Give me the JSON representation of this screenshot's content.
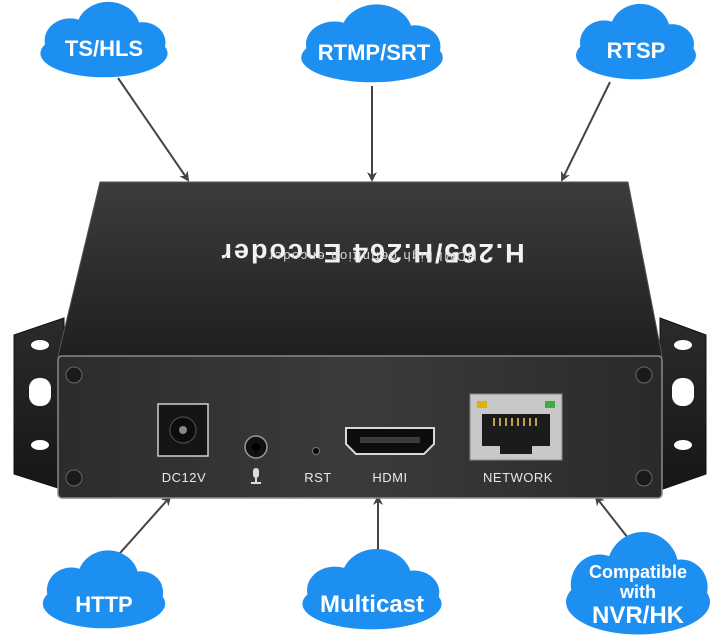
{
  "clouds": {
    "ts_hls": "TS/HLS",
    "rtmp_srt": "RTMP/SRT",
    "rtsp": "RTSP",
    "http": "HTTP",
    "multicast": "Multicast",
    "compatible_line1": "Compatible",
    "compatible_line2": "with",
    "compatible_line3": "NVR/HK"
  },
  "device": {
    "title": "H.265/H.264 Encoder",
    "subtitle": "HDMI high definition encoder"
  },
  "ports": {
    "dc": "DC12V",
    "rst": "RST",
    "hdmi": "HDMI",
    "network": "NETWORK"
  },
  "colors": {
    "cloud": "#1d8ff0",
    "arrow": "#444444",
    "device_body": "#2a2a2a",
    "device_panel": "#3a3a3a"
  },
  "icons": {
    "microphone": "microphone-icon",
    "ethernet": "ethernet-port-icon",
    "hdmi": "hdmi-port-icon",
    "dc": "dc-jack-icon"
  }
}
